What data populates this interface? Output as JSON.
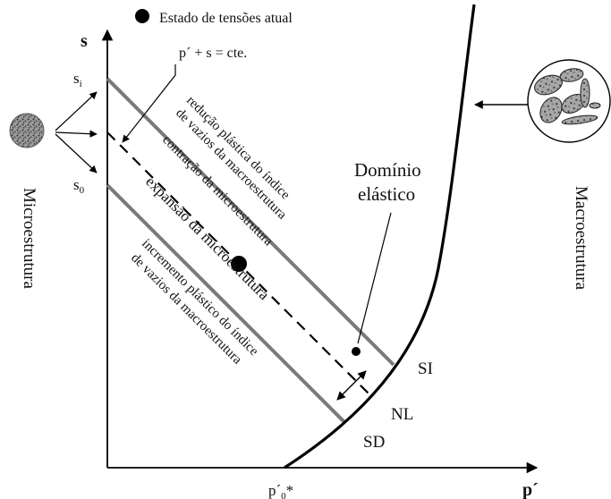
{
  "legend": {
    "marker": "filled-black-circle",
    "text": "Estado de tensões atual"
  },
  "axes": {
    "y_label": "s",
    "x_label": "p´",
    "x_origin_label_prefix": "p´",
    "x_origin_label_sub": "0",
    "x_origin_label_suffix": "*",
    "s_i": {
      "main": "s",
      "sub": "i"
    },
    "s_0": {
      "main": "s",
      "sub": "0"
    }
  },
  "lines": {
    "constant_label": "p´ + s = cte.",
    "SI": "SI",
    "NL": "NL",
    "SD": "SD"
  },
  "region_labels": {
    "upper_line1": "redução plástica do índice",
    "upper_line2": "de vazios  da macroestrutura",
    "middle_upper": "contração da microestrutura",
    "middle_lower": "expansão da microestrutura",
    "lower_line1": "incremento plástico do índice",
    "lower_line2": "de vazios  da macroestrutura"
  },
  "elastic_domain": {
    "line1": "Domínio",
    "line2": "elástico"
  },
  "side_labels": {
    "left": "Microestrutura",
    "right": "Macroestrutura"
  },
  "colors": {
    "ink": "#000000",
    "band_lines": "#7a7a7a"
  }
}
